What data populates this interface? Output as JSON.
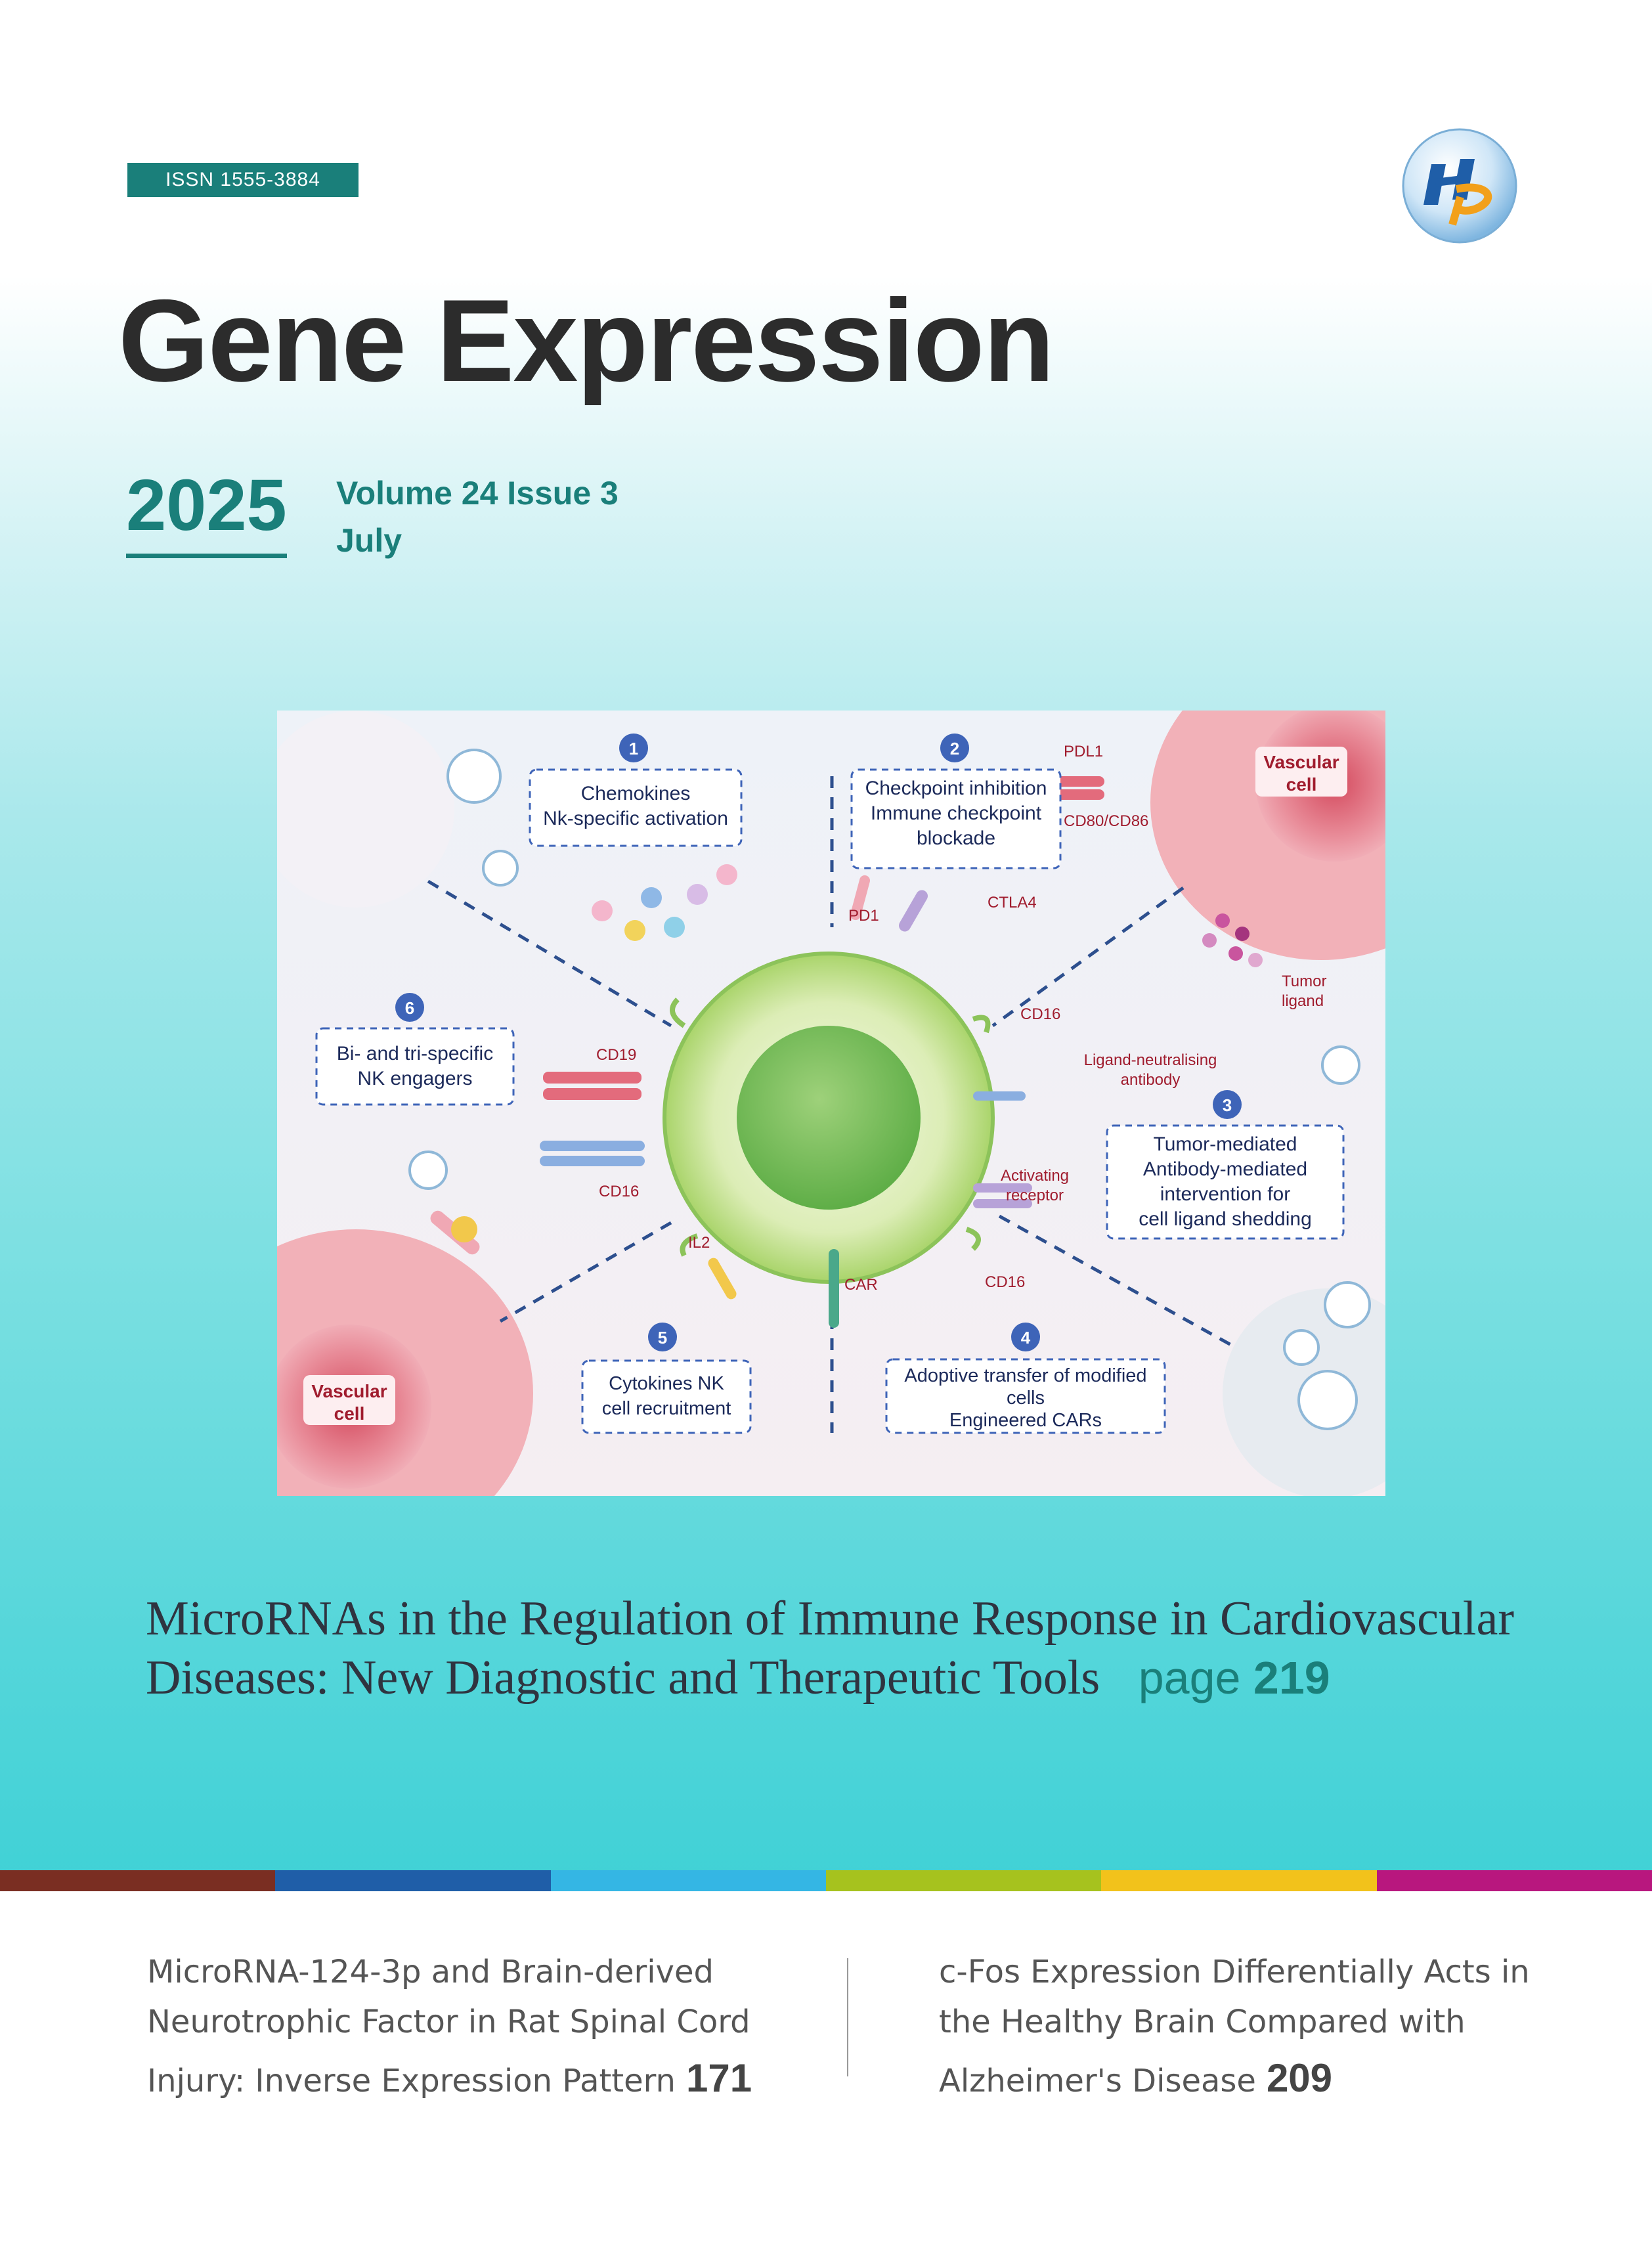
{
  "cover": {
    "issn": "ISSN  1555-3884",
    "journal_title": "Gene Expression",
    "year": "2025",
    "volume_issue": "Volume 24 Issue 3",
    "month": "July"
  },
  "figure": {
    "steps": [
      {
        "num": "1",
        "lines": [
          "Chemokines",
          "Nk-specific activation"
        ]
      },
      {
        "num": "2",
        "lines": [
          "Checkpoint inhibition",
          "Immune checkpoint",
          "blockade"
        ]
      },
      {
        "num": "3",
        "lines": [
          "Tumor-mediated",
          "Antibody-mediated",
          "intervention for",
          "cell ligand shedding"
        ]
      },
      {
        "num": "4",
        "lines": [
          "Adoptive transfer of modified",
          "cells",
          "Engineered CARs"
        ]
      },
      {
        "num": "5",
        "lines": [
          "Cytokines NK",
          "cell recruitment"
        ]
      },
      {
        "num": "6",
        "lines": [
          "Bi- and tri-specific",
          "NK engagers"
        ]
      }
    ],
    "labels": {
      "pdl1": "PDL1",
      "cd80": "CD80/CD86",
      "pd1": "PD1",
      "ctla4": "CTLA4",
      "tumor_ligand_1": "Tumor",
      "tumor_ligand_2": "ligand",
      "cd16_right": "CD16",
      "lna_1": "Ligand-neutralising",
      "lna_2": "antibody",
      "cd19": "CD19",
      "cd16_left": "CD16",
      "act_1": "Activating",
      "act_2": "receptor",
      "il2": "IL2",
      "car": "CAR",
      "cd16_bottom": "CD16",
      "vascular_1": "Vascular",
      "vascular_2": "cell"
    }
  },
  "feature_article": {
    "title": "MicroRNAs in the Regulation of Immune Response in Cardiovascular Diseases: New Diagnostic and Therapeutic Tools",
    "page_prefix": "page",
    "page_number": "219"
  },
  "stripe_colors": [
    "#7a2e22",
    "#1f5ea8",
    "#34b6e4",
    "#a6c21e",
    "#f2c21b",
    "#b8177e"
  ],
  "articles": [
    {
      "title": "MicroRNA-124-3p and Brain-derived Neurotrophic Factor in Rat Spinal Cord Injury: Inverse Expression Pattern",
      "page": "171"
    },
    {
      "title": "c-Fos Expression Differentially Acts in the Healthy Brain Compared with Alzheimer's Disease",
      "page": "209"
    }
  ]
}
